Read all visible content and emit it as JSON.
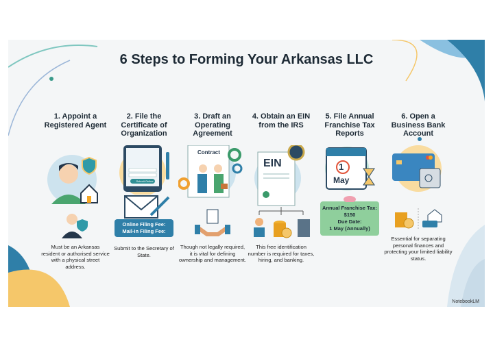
{
  "title": "6 Steps to Forming Your Arkansas LLC",
  "steps": [
    {
      "heading": "1. Appoint a Registered Agent",
      "description": "Must be an Arkansas resident or authorised service with a physical street address."
    },
    {
      "heading": "2. File the Certificate of Organization",
      "submit_label": "Submit Online",
      "fees": [
        "Online Filing Fee:",
        "Mail-in Filing Fee:"
      ],
      "description": "Submit to the Secretary of State."
    },
    {
      "heading": "3. Draft an Operating Agreement",
      "contract_label": "Contract",
      "description": "Though not legally required, it is vital for defining ownership and management."
    },
    {
      "heading": "4. Obtain an EIN from the IRS",
      "ein_label": "EIN",
      "description": "This free identification number is required for taxes, hiring, and banking."
    },
    {
      "heading": "5. File Annual Franchise Tax Reports",
      "calendar_day": "1",
      "calendar_month": "May",
      "info": [
        "Annual Franchise Tax: $150",
        "Due Date:",
        "1 May (Annually)"
      ]
    },
    {
      "heading": "6. Open a Business Bank Account",
      "description": "Essential for separating personal finances and protecting your limited liability status."
    }
  ],
  "brand": "NotebookLM",
  "colors": {
    "accent": "#2f7fa8",
    "green": "#7fc79a",
    "yellow": "#f5c76a"
  }
}
